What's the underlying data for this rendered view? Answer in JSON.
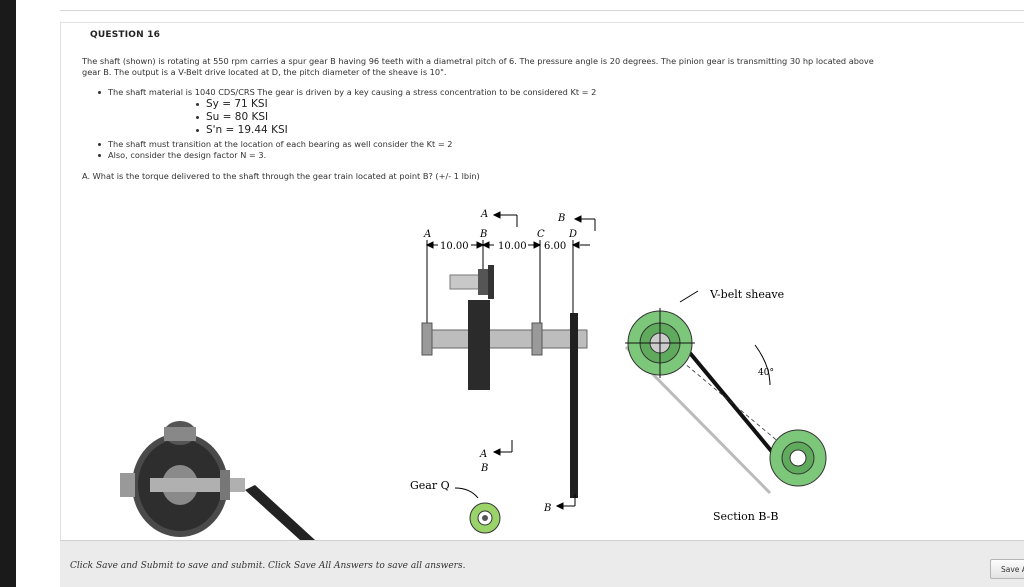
{
  "question": {
    "title": "QUESTION 16",
    "intro_line1": "The shaft (shown) is rotating at 550 rpm carries a spur gear B having 96 teeth with a diametral pitch of 6. The pressure angle is 20 degrees. The pinion gear is transmitting 30 hp located above",
    "intro_line2": "gear B. The output is a V-Belt drive located at D, the pitch diameter of the sheave is 10\".",
    "bullet1": "The shaft material is 1040 CDS/CRS The gear is driven by a key causing a stress concentration to be considered Kt = 2",
    "sub1": "Sy = 71 KSI",
    "sub2": "Su = 80 KSI",
    "sub3": "S'n = 19.44 KSI",
    "bullet2": "The shaft must transition at the location of each bearing as well consider the Kt = 2",
    "bullet3": "Also, consider the design factor N = 3.",
    "part_a": "A. What is the torque delivered to the shaft through the gear train located at point B? (+/- 1 lbin)"
  },
  "figure": {
    "label_A_arrow": "A",
    "label_B_arrow": "B",
    "label_A": "A",
    "label_B": "B",
    "label_C": "C",
    "label_D": "D",
    "dim1": "10.00",
    "dim2": "10.00",
    "dim3": "6.00",
    "label_section_A": "A",
    "label_section_B": "B",
    "label_section_B2": "B",
    "gear_q": "Gear Q",
    "vbelt_sheave": "V-belt sheave",
    "angle": "40°",
    "section_bb": "Section B-B",
    "colors": {
      "gear_green": "#7dc77a",
      "gear_dark": "#3a3a3a",
      "shaft_gray": "#9a9a9a",
      "pinion_green": "#9ad36a"
    }
  },
  "footer": {
    "instructions": "Click Save and Submit to save and submit. Click Save All Answers to save all answers.",
    "save_all_label": "Save All Answers"
  }
}
